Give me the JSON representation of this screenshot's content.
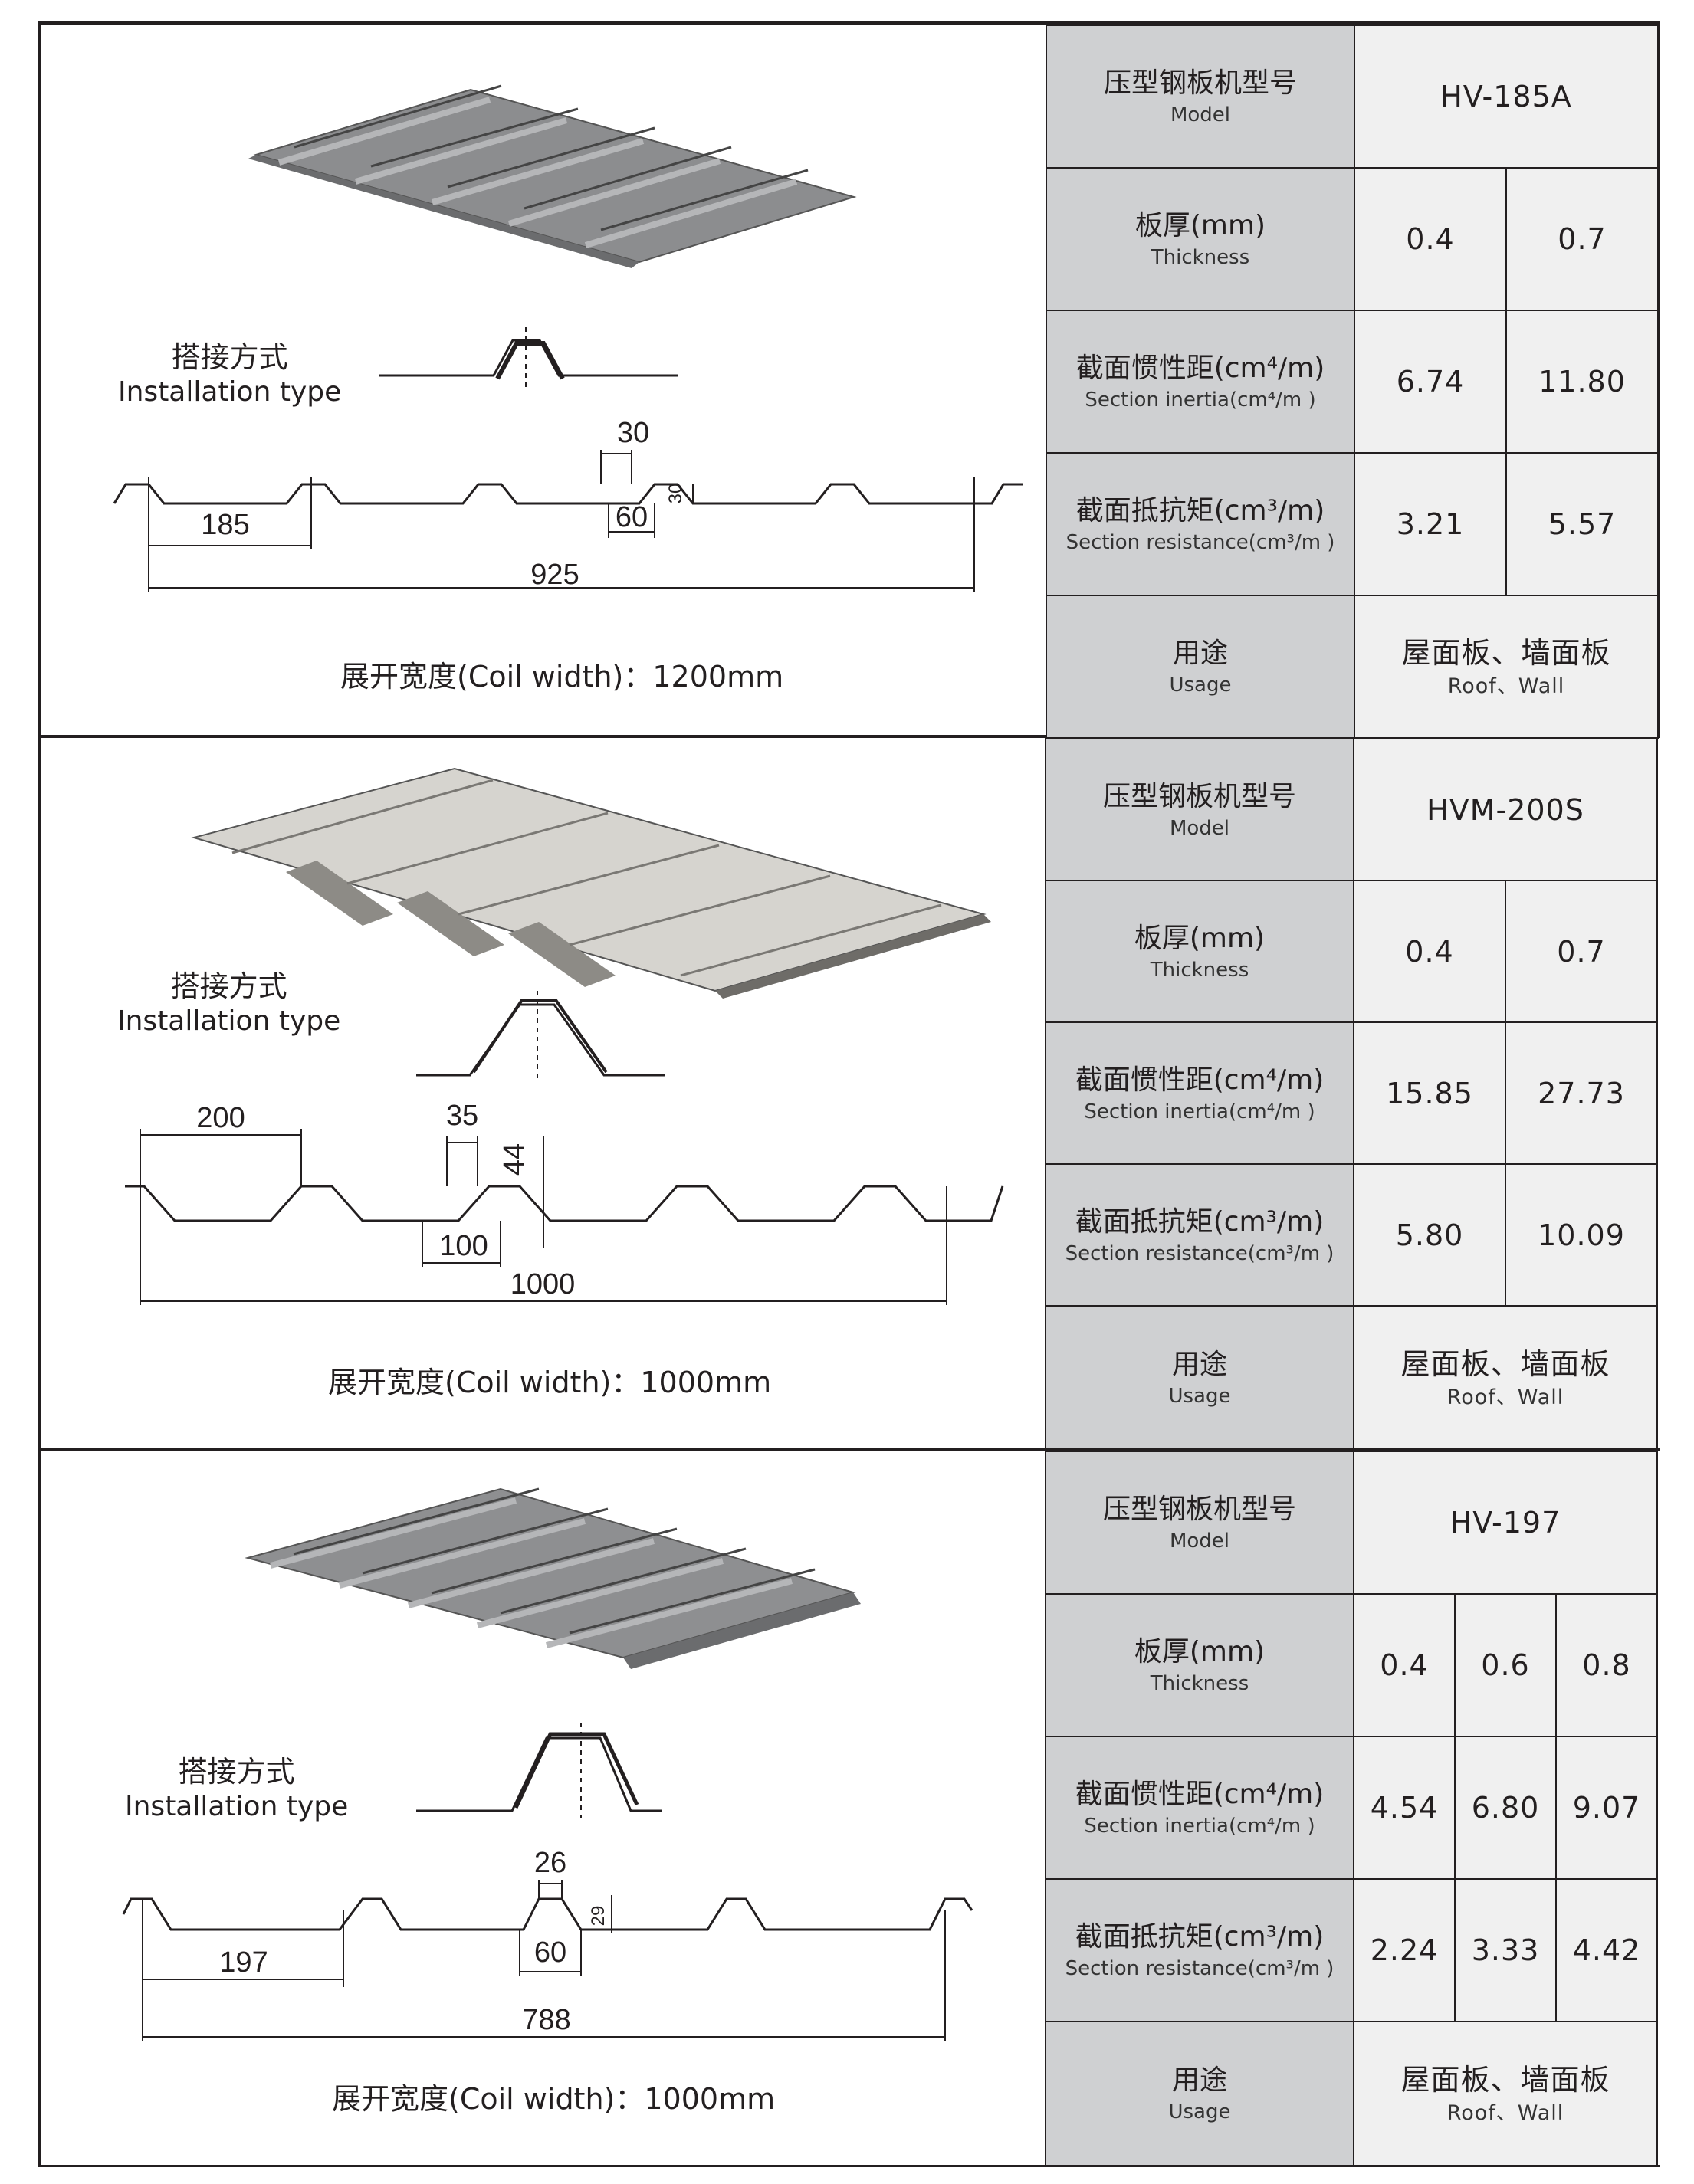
{
  "labels": {
    "model_cn": "压型钢板机型号",
    "model_en": "Model",
    "thickness_cn": "板厚(mm)",
    "thickness_en": "Thickness",
    "inertia_cn": "截面惯性距(cm⁴/m)",
    "inertia_en": "Section inertia(cm⁴/m )",
    "resistance_cn": "截面抵抗矩(cm³/m)",
    "resistance_en": "Section resistance(cm³/m )",
    "usage_cn": "用途",
    "usage_en": "Usage",
    "install_cn": "搭接方式",
    "install_en": "Installation type"
  },
  "panels": [
    {
      "model": "HV-185A",
      "thickness": [
        "0.4",
        "0.7"
      ],
      "inertia": [
        "6.74",
        "11.80"
      ],
      "resistance": [
        "3.21",
        "5.57"
      ],
      "usage_cn": "屋面板、墙面板",
      "usage_en": "Roof、Wall",
      "coil_width": "展开宽度(Coil width)：1200mm",
      "dims": {
        "pitch": "185",
        "total": "925",
        "top": "30",
        "bottom": "60",
        "height": "30"
      }
    },
    {
      "model": "HVM-200S",
      "thickness": [
        "0.4",
        "0.7"
      ],
      "inertia": [
        "15.85",
        "27.73"
      ],
      "resistance": [
        "5.80",
        "10.09"
      ],
      "usage_cn": "屋面板、墙面板",
      "usage_en": "Roof、Wall",
      "coil_width": "展开宽度(Coil width)：1000mm",
      "dims": {
        "pitch": "200",
        "total": "1000",
        "top": "35",
        "bottom": "100",
        "height": "44"
      }
    },
    {
      "model": "HV-197",
      "thickness": [
        "0.4",
        "0.6",
        "0.8"
      ],
      "inertia": [
        "4.54",
        "6.80",
        "9.07"
      ],
      "resistance": [
        "2.24",
        "3.33",
        "4.42"
      ],
      "usage_cn": "屋面板、墙面板",
      "usage_en": "Roof、Wall",
      "coil_width": "展开宽度(Coil width)：1000mm",
      "dims": {
        "pitch": "197",
        "total": "788",
        "top": "26",
        "bottom": "60",
        "height": "29"
      }
    }
  ],
  "colors": {
    "label_bg": "#cfd0d2",
    "value_bg": "#f0f0f0",
    "line": "#231f20"
  }
}
